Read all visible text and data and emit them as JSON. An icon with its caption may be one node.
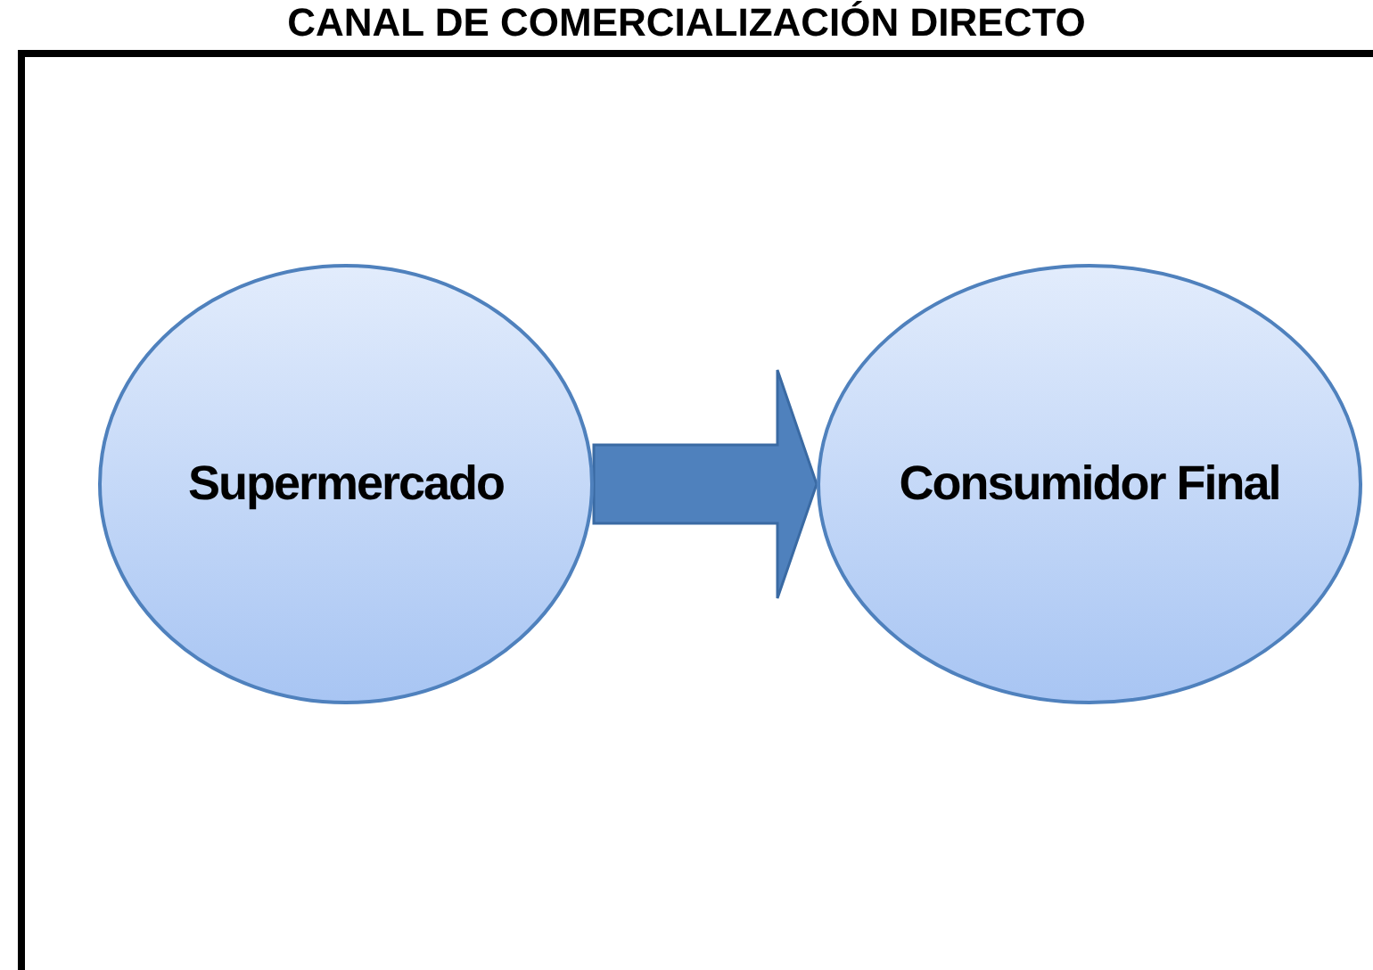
{
  "diagram": {
    "title": "CANAL DE COMERCIALIZACIÓN DIRECTO",
    "nodes": [
      {
        "text": [
          "Supermercado"
        ]
      },
      {
        "text": [
          "Consumidor Final"
        ]
      }
    ],
    "edges": [
      {
        "from": 0,
        "to": 1,
        "arrow": "to",
        "style": "thick"
      }
    ]
  }
}
